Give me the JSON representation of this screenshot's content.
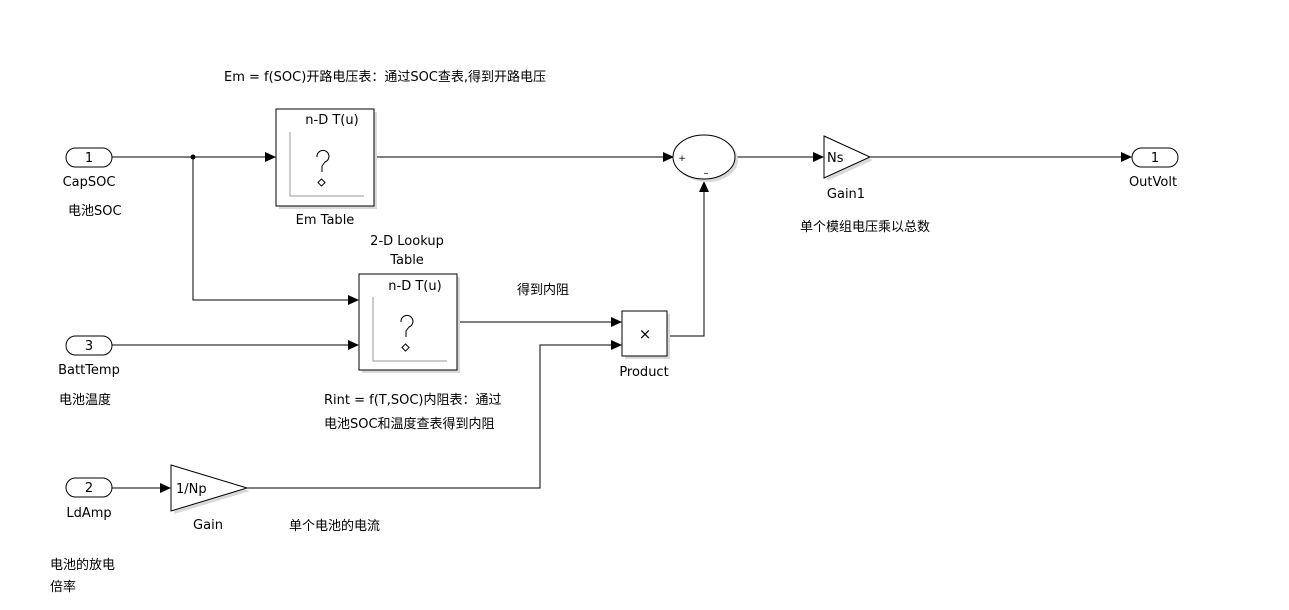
{
  "annotations": {
    "em_table_note": "Em = f(SOC)开路电压表：通过SOC查表,得到开路电压",
    "capsoc_note": "电池SOC",
    "batttemp_note": "电池温度",
    "ldamp_note_line1": "电池的放电",
    "ldamp_note_line2": "倍率",
    "rint_note_line1": "Rint = f(T,SOC)内阻表：通过",
    "rint_note_line2": "电池SOC和温度查表得到内阻",
    "internal_resistance_note": "得到内阻",
    "cell_current_note": "单个电池的电流",
    "module_voltage_note": "单个模组电压乘以总数"
  },
  "blocks": {
    "inport_capsoc": {
      "number": "1",
      "name": "CapSOC"
    },
    "inport_batttemp": {
      "number": "3",
      "name": "BattTemp"
    },
    "inport_ldamp": {
      "number": "2",
      "name": "LdAmp"
    },
    "em_table": {
      "title": "n-D T(u)",
      "name": "Em Table"
    },
    "lookup_2d": {
      "title": "n-D T(u)",
      "name_line1": "2-D Lookup",
      "name_line2": "Table"
    },
    "gain": {
      "value": "1/Np",
      "name": "Gain"
    },
    "product": {
      "symbol": "×",
      "name": "Product"
    },
    "sum": {
      "plus": "+",
      "minus": "–"
    },
    "gain1": {
      "value": "Ns",
      "name": "Gain1"
    },
    "outport": {
      "number": "1",
      "name": "OutVolt"
    }
  }
}
